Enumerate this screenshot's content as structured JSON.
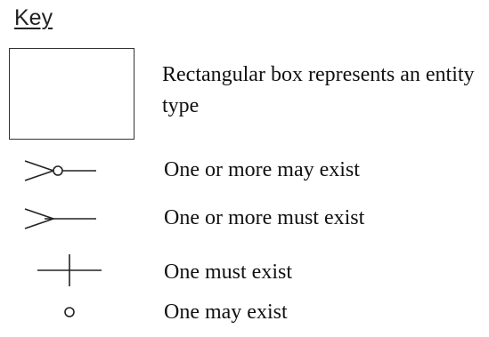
{
  "key": {
    "heading": "Key",
    "items": [
      {
        "symbol": "rectangle-box",
        "description": "Rectangular box represents an entity type"
      },
      {
        "symbol": "crowfoot-circle",
        "description": "One or more  may exist"
      },
      {
        "symbol": "crowfoot",
        "description": "One or more  must exist"
      },
      {
        "symbol": "bar",
        "description": "One must exist"
      },
      {
        "symbol": "circle",
        "description": "One may exist"
      }
    ]
  }
}
